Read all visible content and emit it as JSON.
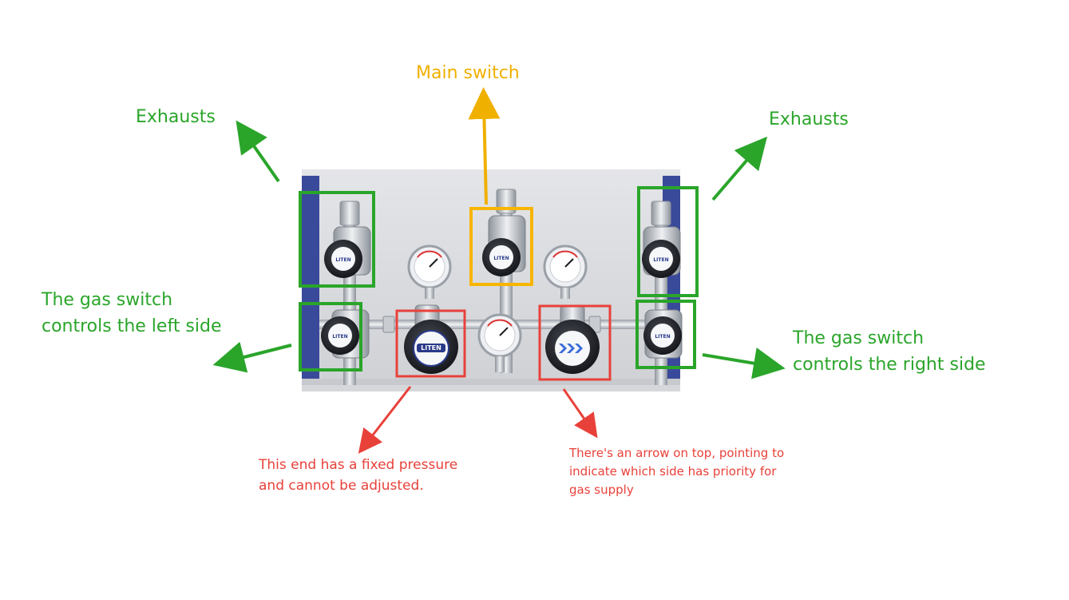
{
  "labels": {
    "main_switch": "Main switch",
    "exhausts_left": "Exhausts",
    "exhausts_right": "Exhausts",
    "gas_left_line1": "The gas switch",
    "gas_left_line2": "controls the left side",
    "gas_right_line1": "The gas switch",
    "gas_right_line2": "controls the right side",
    "fixed_line1": "This end has a fixed pressure",
    "fixed_line2": "and cannot be adjusted.",
    "arrow_line1": "There's an arrow on top, pointing to",
    "arrow_line2": "indicate which side has priority for",
    "arrow_line3": "gas supply"
  },
  "brand_marking": "LITEN",
  "colors": {
    "green": "#2aa52a",
    "amber": "#f7b500",
    "red": "#e8413a",
    "panel_plate": "#d9dadc",
    "panel_side_bar": "#3a4a9a",
    "pipe_steel": "#b8bcc2"
  }
}
